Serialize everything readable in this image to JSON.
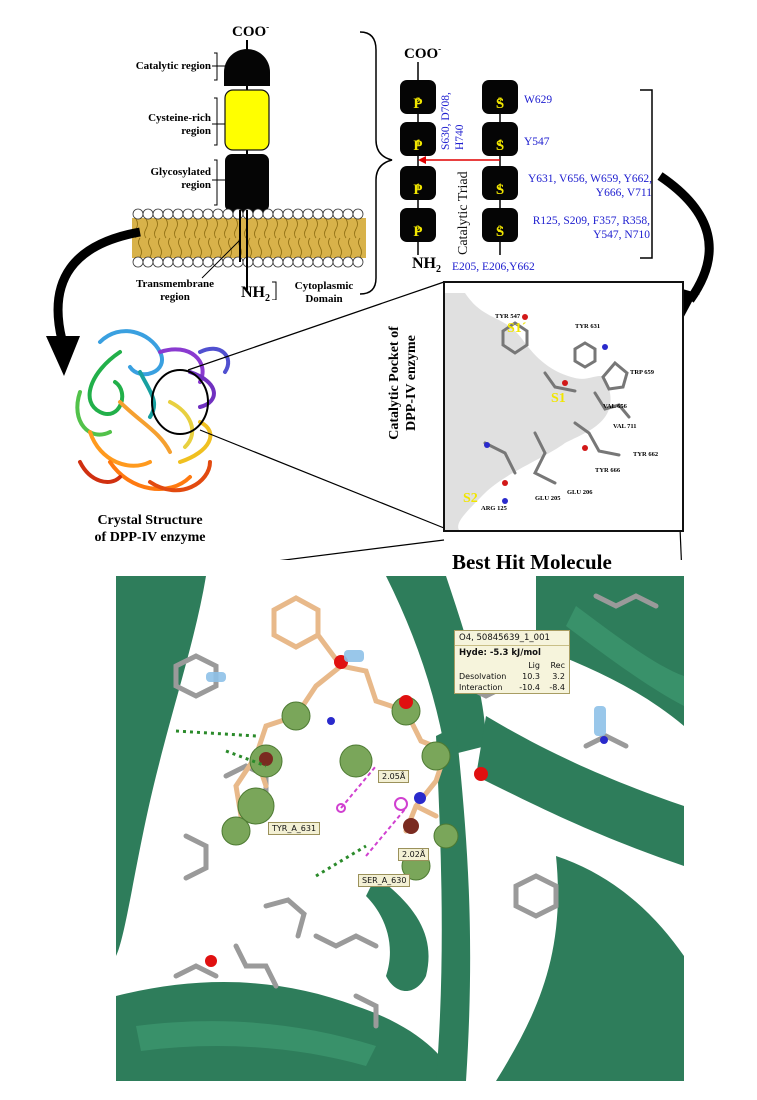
{
  "membrane_diagram": {
    "terminal_top": "COO",
    "terminal_top_sup": "-",
    "terminal_bottom": "NH",
    "terminal_bottom_sub": "2",
    "regions": {
      "catalytic": "Catalytic region",
      "cysteine_line1": "Cysteine-rich",
      "cysteine_line2": "region",
      "glycosylated_line1": "Glycosylated",
      "glycosylated_line2": "region",
      "transmembrane_line1": "Transmembrane",
      "transmembrane_line2": "region",
      "cytoplasmic_line1": "Cytoplasmic",
      "cytoplasmic_line2": "Domain"
    },
    "colors": {
      "catalytic": "#050505",
      "cysteine": "#ffff00",
      "glycosylated": "#050505",
      "lipid_tail": "#c9a227"
    }
  },
  "pocket_schematic": {
    "terminal_top": "COO",
    "terminal_top_sup": "-",
    "terminal_bottom": "NH",
    "terminal_bottom_sub": "2",
    "p_sites": [
      {
        "base": "P",
        "sub": "2",
        "prime": "´"
      },
      {
        "base": "P",
        "sub": "1",
        "prime": "´"
      },
      {
        "base": "P",
        "sub": "1",
        "prime": ""
      },
      {
        "base": "P",
        "sub": "2",
        "prime": ""
      }
    ],
    "s_sites": [
      {
        "base": "S",
        "sub": "2",
        "prime": "´"
      },
      {
        "base": "S",
        "sub": "1",
        "prime": "´"
      },
      {
        "base": "S",
        "sub": "1",
        "prime": ""
      },
      {
        "base": "S",
        "sub": "2",
        "prime": ""
      }
    ],
    "catalytic_triad_residues_line1": "S630, D708,",
    "catalytic_triad_residues_line2": "H740",
    "catalytic_triad_label": "Catalytic Triad",
    "residues": {
      "s2_prime": "W629",
      "s1_prime": "Y547",
      "s1_line1": "Y631, V656, W659, Y662,",
      "s1_line2": "Y666, V711",
      "s2_line1": "R125, S209, F357, R358,",
      "s2_line2": "Y547, N710",
      "bottom": "E205, E206,Y662"
    }
  },
  "crystal_structure": {
    "caption_line1": "Crystal Structure",
    "caption_line2": "of DPP-IV enzyme"
  },
  "catalytic_pocket": {
    "side_label_line1": "Catalytic Pocket of",
    "side_label_line2": "DPP-IV enzyme",
    "site_labels": {
      "s1_prime": "S1´",
      "s1": "S1",
      "s2": "S2"
    },
    "residue_labels": [
      "TYR 547",
      "TYR 631",
      "TRP 659",
      "VAL 656",
      "VAL 711",
      "TYR 662",
      "TYR 666",
      "GLU 206",
      "GLU 205",
      "ARG 125"
    ]
  },
  "best_hit": {
    "title": "Best Hit Molecule",
    "tooltip": {
      "header": "O4, 50845639_1_001",
      "hyde": "Hyde: -5.3 kJ/mol",
      "col_lig": "Lig",
      "col_rec": "Rec",
      "rows": [
        {
          "label": "Desolvation",
          "lig": "10.3",
          "rec": "3.2"
        },
        {
          "label": "Interaction",
          "lig": "-10.4",
          "rec": "-8.4"
        }
      ]
    },
    "distance_labels": [
      "2.05Å",
      "2.02Å"
    ],
    "residue_tags": [
      "TYR_A_631",
      "SER_A_630"
    ],
    "colors": {
      "protein": "#2e7d5b",
      "ligand_carbon": "#e8b98a",
      "oxygen": "#e01010",
      "hbond": "#2a8a2a"
    }
  }
}
